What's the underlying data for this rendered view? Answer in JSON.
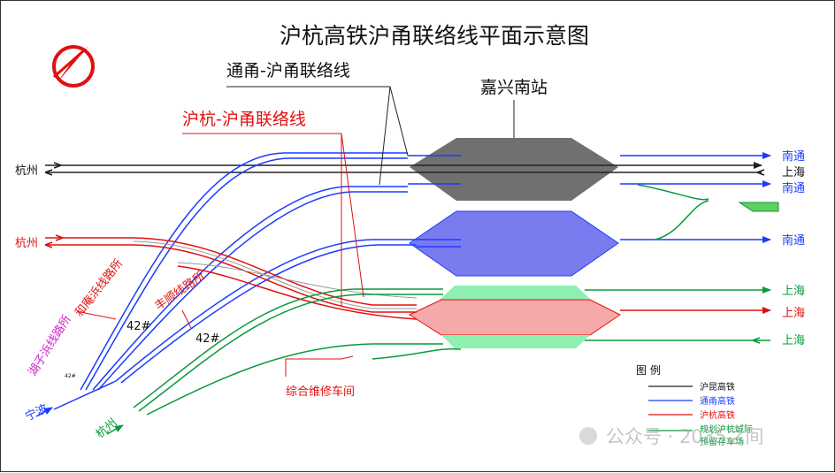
{
  "title": "沪杭高铁沪甬联络线平面示意图",
  "labels": {
    "tongyong": "通甬-沪甬联络线",
    "huhang": "沪杭-沪甬联络线",
    "station": "嘉兴南站",
    "hangzhou_top": "杭州",
    "hangzhou_mid": "杭州",
    "hangzhou_bottom": "杭州",
    "nantong_1": "南通",
    "shanghai_1": "上海",
    "nantong_2": "南通",
    "nantong_3": "南通",
    "shanghai_2": "上海",
    "shanghai_3": "上海",
    "shanghai_4": "上海",
    "ningbo": "宁波",
    "heyang_post": "和庵浜线路所",
    "fengshun_post": "丰顺线路所",
    "huzi_post": "湖子浜线路所",
    "num_42_a": "42#",
    "num_42_b": "42#",
    "num_42_c": "42#",
    "depot": "综合维修车间"
  },
  "legend": {
    "title": "图 例",
    "items": [
      {
        "label": "沪昆高铁",
        "color": "#000000"
      },
      {
        "label": "通甬高铁",
        "color": "#1a3cff"
      },
      {
        "label": "沪杭高铁",
        "color": "#e01010"
      },
      {
        "label": "规划沪杭城际",
        "color": "#0a9a3c"
      }
    ],
    "extra": "预留存车场"
  },
  "watermark": "公众号 · 2035之间",
  "colors": {
    "black": "#222222",
    "blue": "#1a3cff",
    "red": "#e01010",
    "green": "#0a9a3c",
    "magenta": "#d020d0",
    "platform_gray": "#707070",
    "platform_blue": "#7b7bf0",
    "platform_red": "#f6a9a9",
    "platform_green": "#8ef0b0"
  }
}
